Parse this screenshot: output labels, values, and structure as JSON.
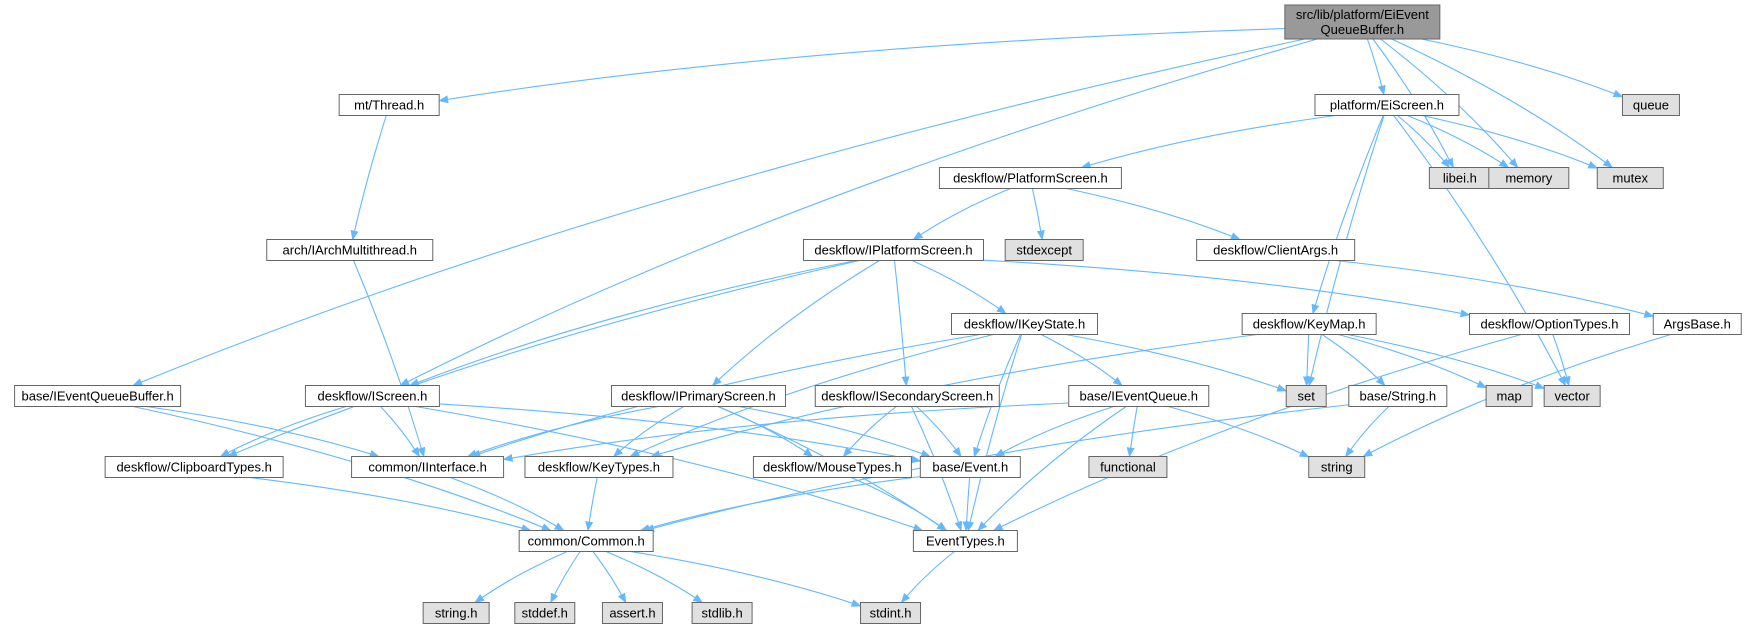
{
  "colors": {
    "edge": "#63b8ff",
    "node_border": "#666666",
    "root_fill": "#999999",
    "system_fill": "#e0e0e0",
    "project_fill": "#ffffff",
    "text": "#000000"
  },
  "nodes": [
    {
      "id": "root",
      "lines": [
        "src/lib/platform/EiEvent",
        "QueueBuffer.h"
      ],
      "kind": "root"
    },
    {
      "id": "mt_thread",
      "lines": [
        "mt/Thread.h"
      ],
      "kind": "project"
    },
    {
      "id": "platform_eiscreen",
      "lines": [
        "platform/EiScreen.h"
      ],
      "kind": "project"
    },
    {
      "id": "queue",
      "lines": [
        "queue"
      ],
      "kind": "system"
    },
    {
      "id": "libei",
      "lines": [
        "libei.h"
      ],
      "kind": "system"
    },
    {
      "id": "memory",
      "lines": [
        "memory"
      ],
      "kind": "system"
    },
    {
      "id": "mutex",
      "lines": [
        "mutex"
      ],
      "kind": "system"
    },
    {
      "id": "platformscreen",
      "lines": [
        "deskflow/PlatformScreen.h"
      ],
      "kind": "project"
    },
    {
      "id": "iarchmt",
      "lines": [
        "arch/IArchMultithread.h"
      ],
      "kind": "project"
    },
    {
      "id": "iplatformscreen",
      "lines": [
        "deskflow/IPlatformScreen.h"
      ],
      "kind": "project"
    },
    {
      "id": "stdexcept",
      "lines": [
        "stdexcept"
      ],
      "kind": "system"
    },
    {
      "id": "clientargs",
      "lines": [
        "deskflow/ClientArgs.h"
      ],
      "kind": "project"
    },
    {
      "id": "ikeystate",
      "lines": [
        "deskflow/IKeyState.h"
      ],
      "kind": "project"
    },
    {
      "id": "keymap",
      "lines": [
        "deskflow/KeyMap.h"
      ],
      "kind": "project"
    },
    {
      "id": "optiontypes",
      "lines": [
        "deskflow/OptionTypes.h"
      ],
      "kind": "project"
    },
    {
      "id": "argsbase",
      "lines": [
        "ArgsBase.h"
      ],
      "kind": "project"
    },
    {
      "id": "ieventqueuebuffer",
      "lines": [
        "base/IEventQueueBuffer.h"
      ],
      "kind": "project"
    },
    {
      "id": "iscreen",
      "lines": [
        "deskflow/IScreen.h"
      ],
      "kind": "project"
    },
    {
      "id": "iprimaryscreen",
      "lines": [
        "deskflow/IPrimaryScreen.h"
      ],
      "kind": "project"
    },
    {
      "id": "isecondaryscreen",
      "lines": [
        "deskflow/ISecondaryScreen.h"
      ],
      "kind": "project"
    },
    {
      "id": "ieventqueue",
      "lines": [
        "base/IEventQueue.h"
      ],
      "kind": "project"
    },
    {
      "id": "set",
      "lines": [
        "set"
      ],
      "kind": "system"
    },
    {
      "id": "basestring",
      "lines": [
        "base/String.h"
      ],
      "kind": "project"
    },
    {
      "id": "map",
      "lines": [
        "map"
      ],
      "kind": "system"
    },
    {
      "id": "vector",
      "lines": [
        "vector"
      ],
      "kind": "system"
    },
    {
      "id": "clipboardtypes",
      "lines": [
        "deskflow/ClipboardTypes.h"
      ],
      "kind": "project"
    },
    {
      "id": "iinterface",
      "lines": [
        "common/IInterface.h"
      ],
      "kind": "project"
    },
    {
      "id": "keytypes",
      "lines": [
        "deskflow/KeyTypes.h"
      ],
      "kind": "project"
    },
    {
      "id": "mousetypes",
      "lines": [
        "deskflow/MouseTypes.h"
      ],
      "kind": "project"
    },
    {
      "id": "baseevent",
      "lines": [
        "base/Event.h"
      ],
      "kind": "project"
    },
    {
      "id": "functional",
      "lines": [
        "functional"
      ],
      "kind": "system"
    },
    {
      "id": "string",
      "lines": [
        "string"
      ],
      "kind": "system"
    },
    {
      "id": "common",
      "lines": [
        "common/Common.h"
      ],
      "kind": "project"
    },
    {
      "id": "eventtypes",
      "lines": [
        "EventTypes.h"
      ],
      "kind": "project"
    },
    {
      "id": "stringh",
      "lines": [
        "string.h"
      ],
      "kind": "system"
    },
    {
      "id": "stddef",
      "lines": [
        "stddef.h"
      ],
      "kind": "system"
    },
    {
      "id": "assert",
      "lines": [
        "assert.h"
      ],
      "kind": "system"
    },
    {
      "id": "stdlib",
      "lines": [
        "stdlib.h"
      ],
      "kind": "system"
    },
    {
      "id": "stdint",
      "lines": [
        "stdint.h"
      ],
      "kind": "system"
    }
  ],
  "edges": [
    [
      "root",
      "mt_thread"
    ],
    [
      "root",
      "platform_eiscreen"
    ],
    [
      "root",
      "queue"
    ],
    [
      "root",
      "libei"
    ],
    [
      "root",
      "memory"
    ],
    [
      "root",
      "mutex"
    ],
    [
      "root",
      "ieventqueuebuffer"
    ],
    [
      "root",
      "iscreen"
    ],
    [
      "mt_thread",
      "iarchmt"
    ],
    [
      "iarchmt",
      "iinterface"
    ],
    [
      "platform_eiscreen",
      "platformscreen"
    ],
    [
      "platform_eiscreen",
      "libei"
    ],
    [
      "platform_eiscreen",
      "memory"
    ],
    [
      "platform_eiscreen",
      "mutex"
    ],
    [
      "platform_eiscreen",
      "keymap"
    ],
    [
      "platform_eiscreen",
      "set"
    ],
    [
      "platform_eiscreen",
      "vector"
    ],
    [
      "platformscreen",
      "iplatformscreen"
    ],
    [
      "platformscreen",
      "stdexcept"
    ],
    [
      "platformscreen",
      "clientargs"
    ],
    [
      "clientargs",
      "argsbase"
    ],
    [
      "argsbase",
      "string"
    ],
    [
      "iplatformscreen",
      "ikeystate"
    ],
    [
      "iplatformscreen",
      "optiontypes"
    ],
    [
      "iplatformscreen",
      "iscreen"
    ],
    [
      "iplatformscreen",
      "iprimaryscreen"
    ],
    [
      "iplatformscreen",
      "isecondaryscreen"
    ],
    [
      "iplatformscreen",
      "clipboardtypes"
    ],
    [
      "ikeystate",
      "ieventqueue"
    ],
    [
      "ikeystate",
      "set"
    ],
    [
      "ikeystate",
      "iinterface"
    ],
    [
      "ikeystate",
      "keytypes"
    ],
    [
      "ikeystate",
      "baseevent"
    ],
    [
      "ikeystate",
      "eventtypes"
    ],
    [
      "keymap",
      "set"
    ],
    [
      "keymap",
      "basestring"
    ],
    [
      "keymap",
      "map"
    ],
    [
      "keymap",
      "vector"
    ],
    [
      "keymap",
      "keytypes"
    ],
    [
      "optiontypes",
      "vector"
    ],
    [
      "optiontypes",
      "eventtypes"
    ],
    [
      "ieventqueuebuffer",
      "iinterface"
    ],
    [
      "ieventqueuebuffer",
      "common"
    ],
    [
      "iscreen",
      "clipboardtypes"
    ],
    [
      "iscreen",
      "iinterface"
    ],
    [
      "iscreen",
      "baseevent"
    ],
    [
      "iscreen",
      "eventtypes"
    ],
    [
      "iprimaryscreen",
      "iinterface"
    ],
    [
      "iprimaryscreen",
      "keytypes"
    ],
    [
      "iprimaryscreen",
      "mousetypes"
    ],
    [
      "iprimaryscreen",
      "baseevent"
    ],
    [
      "iprimaryscreen",
      "eventtypes"
    ],
    [
      "isecondaryscreen",
      "mousetypes"
    ],
    [
      "isecondaryscreen",
      "baseevent"
    ],
    [
      "isecondaryscreen",
      "eventtypes"
    ],
    [
      "ieventqueue",
      "iinterface"
    ],
    [
      "ieventqueue",
      "baseevent"
    ],
    [
      "ieventqueue",
      "functional"
    ],
    [
      "ieventqueue",
      "string"
    ],
    [
      "ieventqueue",
      "eventtypes"
    ],
    [
      "basestring",
      "string"
    ],
    [
      "basestring",
      "common"
    ],
    [
      "clipboardtypes",
      "common"
    ],
    [
      "iinterface",
      "common"
    ],
    [
      "keytypes",
      "common"
    ],
    [
      "mousetypes",
      "eventtypes"
    ],
    [
      "baseevent",
      "common"
    ],
    [
      "baseevent",
      "eventtypes"
    ],
    [
      "eventtypes",
      "stdint"
    ],
    [
      "common",
      "stringh"
    ],
    [
      "common",
      "stddef"
    ],
    [
      "common",
      "assert"
    ],
    [
      "common",
      "stdlib"
    ],
    [
      "common",
      "stdint"
    ]
  ]
}
